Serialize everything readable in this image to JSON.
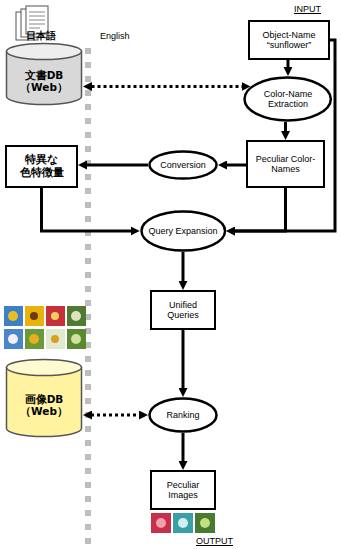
{
  "diagram": {
    "nodes": [
      {
        "text": [
          "Object-Name “sunflower”"
        ]
      },
      {
        "text": [
          "文書DB （Web）"
        ]
      },
      {
        "text": [
          "Color-Name Extraction"
        ]
      },
      {
        "text": [
          "特異な 色特徴量"
        ]
      },
      {
        "text": [
          "Conversion"
        ]
      },
      {
        "text": [
          "Peculiar Color-Names"
        ]
      },
      {
        "text": [
          "Query Expansion"
        ]
      },
      {
        "text": [
          "Unified Queries"
        ]
      },
      {
        "text": [
          "画像DB （Web）"
        ]
      },
      {
        "text": [
          "Ranking"
        ]
      },
      {
        "text": [
          "Peculiar Images"
        ]
      }
    ],
    "edges": [
      {
        "from": 0,
        "to": 2,
        "arrow": "to"
      },
      {
        "from": 2,
        "to": 1,
        "arrow": "both"
      },
      {
        "from": 2,
        "to": 5,
        "arrow": "to"
      },
      {
        "from": 5,
        "to": 4,
        "arrow": "to"
      },
      {
        "from": 4,
        "to": 3,
        "arrow": "to"
      },
      {
        "from": 3,
        "to": 6,
        "arrow": "to"
      },
      {
        "from": 5,
        "to": 6,
        "arrow": "to"
      },
      {
        "from": 0,
        "to": 6,
        "arrow": "to"
      },
      {
        "from": 6,
        "to": 7,
        "arrow": "to"
      },
      {
        "from": 7,
        "to": 9,
        "arrow": "to"
      },
      {
        "from": 9,
        "to": 8,
        "arrow": "both"
      },
      {
        "from": 9,
        "to": 10,
        "arrow": "to"
      }
    ],
    "labels": [
      "日本語",
      "English",
      "INPUT",
      "OUTPUT"
    ]
  }
}
